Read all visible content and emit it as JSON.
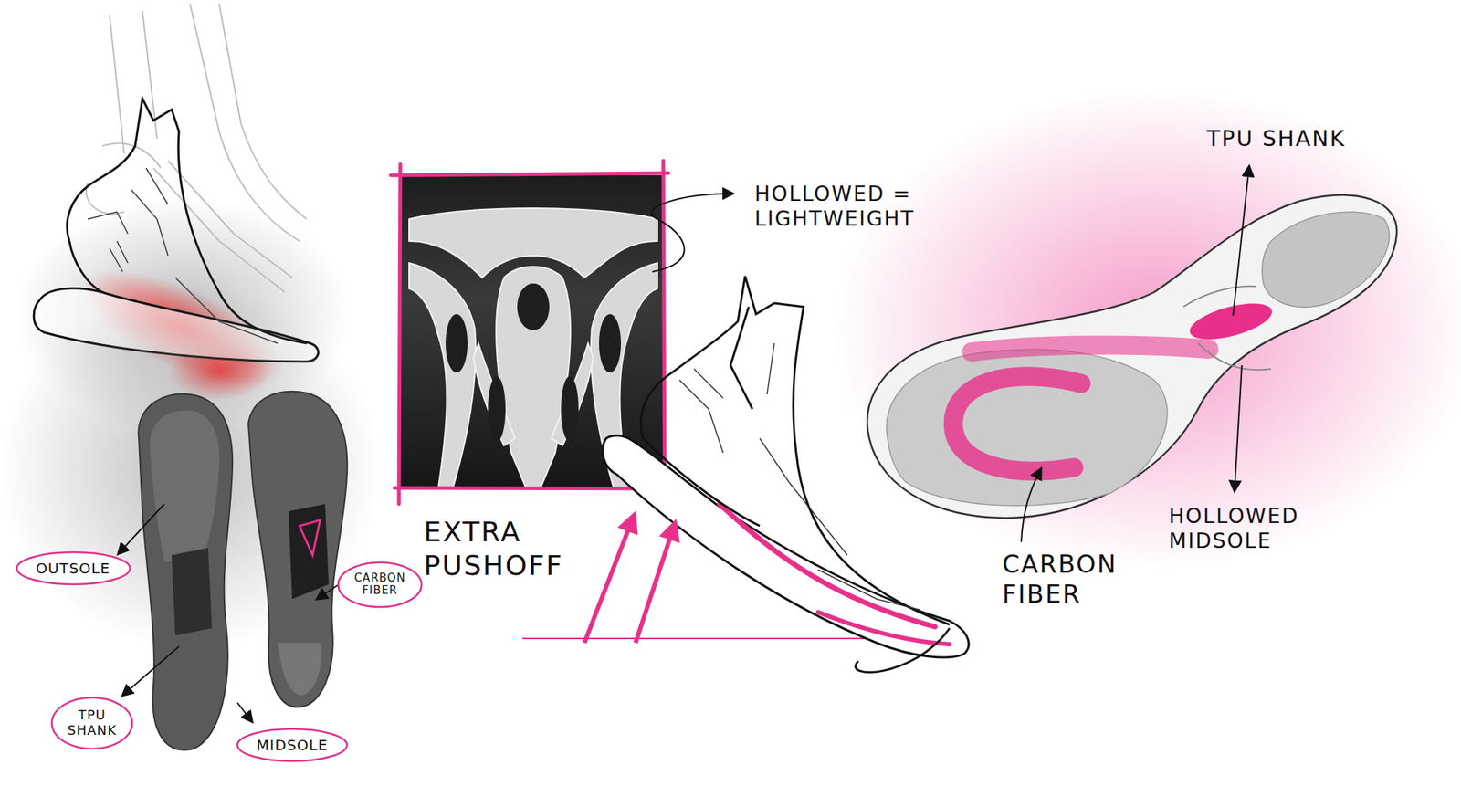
{
  "diagram": {
    "nodes": [
      {
        "text": [
          "OUTSOLE"
        ]
      },
      {
        "text": [
          "CARBON FIBER"
        ]
      },
      {
        "text": [
          "TPU SHANK"
        ]
      },
      {
        "text": [
          "MIDSOLE"
        ]
      }
    ],
    "labels": [
      "HOLLOWED = LIGHTWEIGHT",
      "EXTRA PUSHOFF",
      "TPU SHANK",
      "CARBON FIBER",
      "HOLLOWED MIDSOLE"
    ]
  }
}
